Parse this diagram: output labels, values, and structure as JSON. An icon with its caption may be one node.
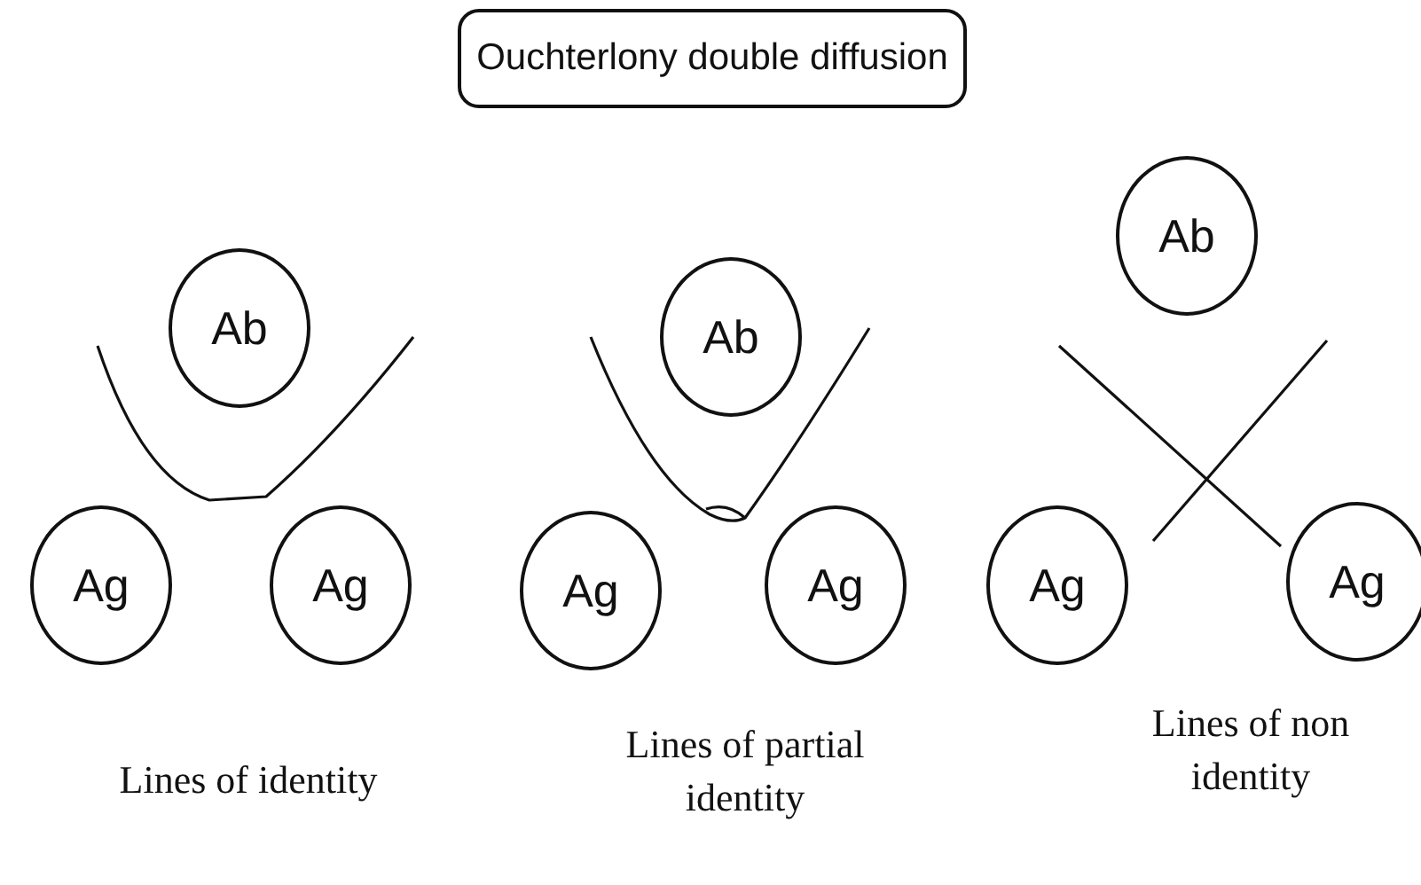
{
  "diagram": {
    "nodes": [
      {
        "text": [
          "Ouchterlony double diffusion"
        ]
      },
      {
        "text": [
          "Ab"
        ]
      },
      {
        "text": [
          "Ag"
        ]
      },
      {
        "text": [
          "Ag"
        ]
      },
      {
        "text": [
          "Ab"
        ]
      },
      {
        "text": [
          "Ag"
        ]
      },
      {
        "text": [
          "Ag"
        ]
      },
      {
        "text": [
          "Ab"
        ]
      },
      {
        "text": [
          "Ag"
        ]
      },
      {
        "text": [
          "Ag"
        ]
      }
    ],
    "labels": [
      "Lines of identity",
      "Lines of partial identity",
      "Lines of non identity"
    ]
  }
}
